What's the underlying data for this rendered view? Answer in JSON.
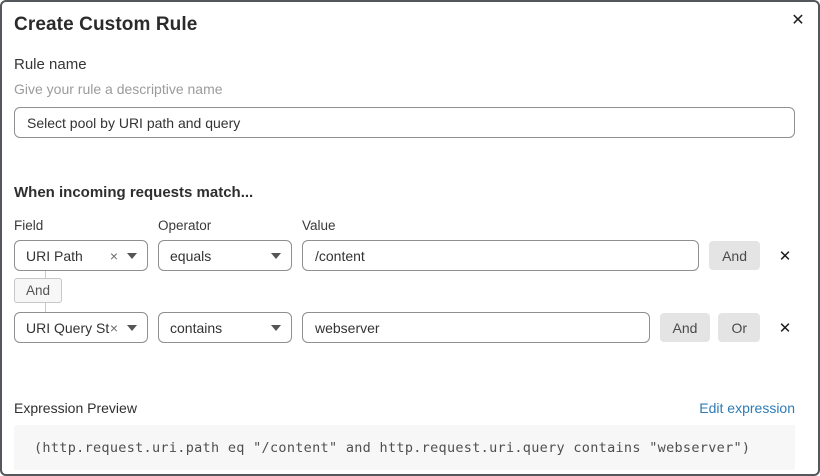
{
  "dialog": {
    "title": "Create Custom Rule"
  },
  "icons": {
    "close": "✕",
    "remove": "✕",
    "clear": "×"
  },
  "rule_name": {
    "label": "Rule name",
    "hint": "Give your rule a descriptive name",
    "value": "Select pool by URI path and query"
  },
  "match": {
    "heading": "When incoming requests match...",
    "columns": {
      "field": "Field",
      "operator": "Operator",
      "value": "Value"
    },
    "rows": [
      {
        "field": "URI Path",
        "operator": "equals",
        "value": "/content",
        "buttons": [
          "And"
        ]
      },
      {
        "field": "URI Query St...",
        "operator": "contains",
        "value": "webserver",
        "buttons": [
          "And",
          "Or"
        ]
      }
    ],
    "connector_label": "And"
  },
  "preview": {
    "label": "Expression Preview",
    "edit_link": "Edit expression",
    "expression": "(http.request.uri.path eq \"/content\" and http.request.uri.query contains \"webserver\")"
  },
  "colors": {
    "dialog_border": "#54575b",
    "input_border": "#8f8f8f",
    "button_bg": "#e4e4e4",
    "chip_bg": "#f7f7f7",
    "code_bg": "#f7f7f7",
    "link_blue": "#2d7cb5",
    "hint_gray": "#9b9b9b"
  }
}
